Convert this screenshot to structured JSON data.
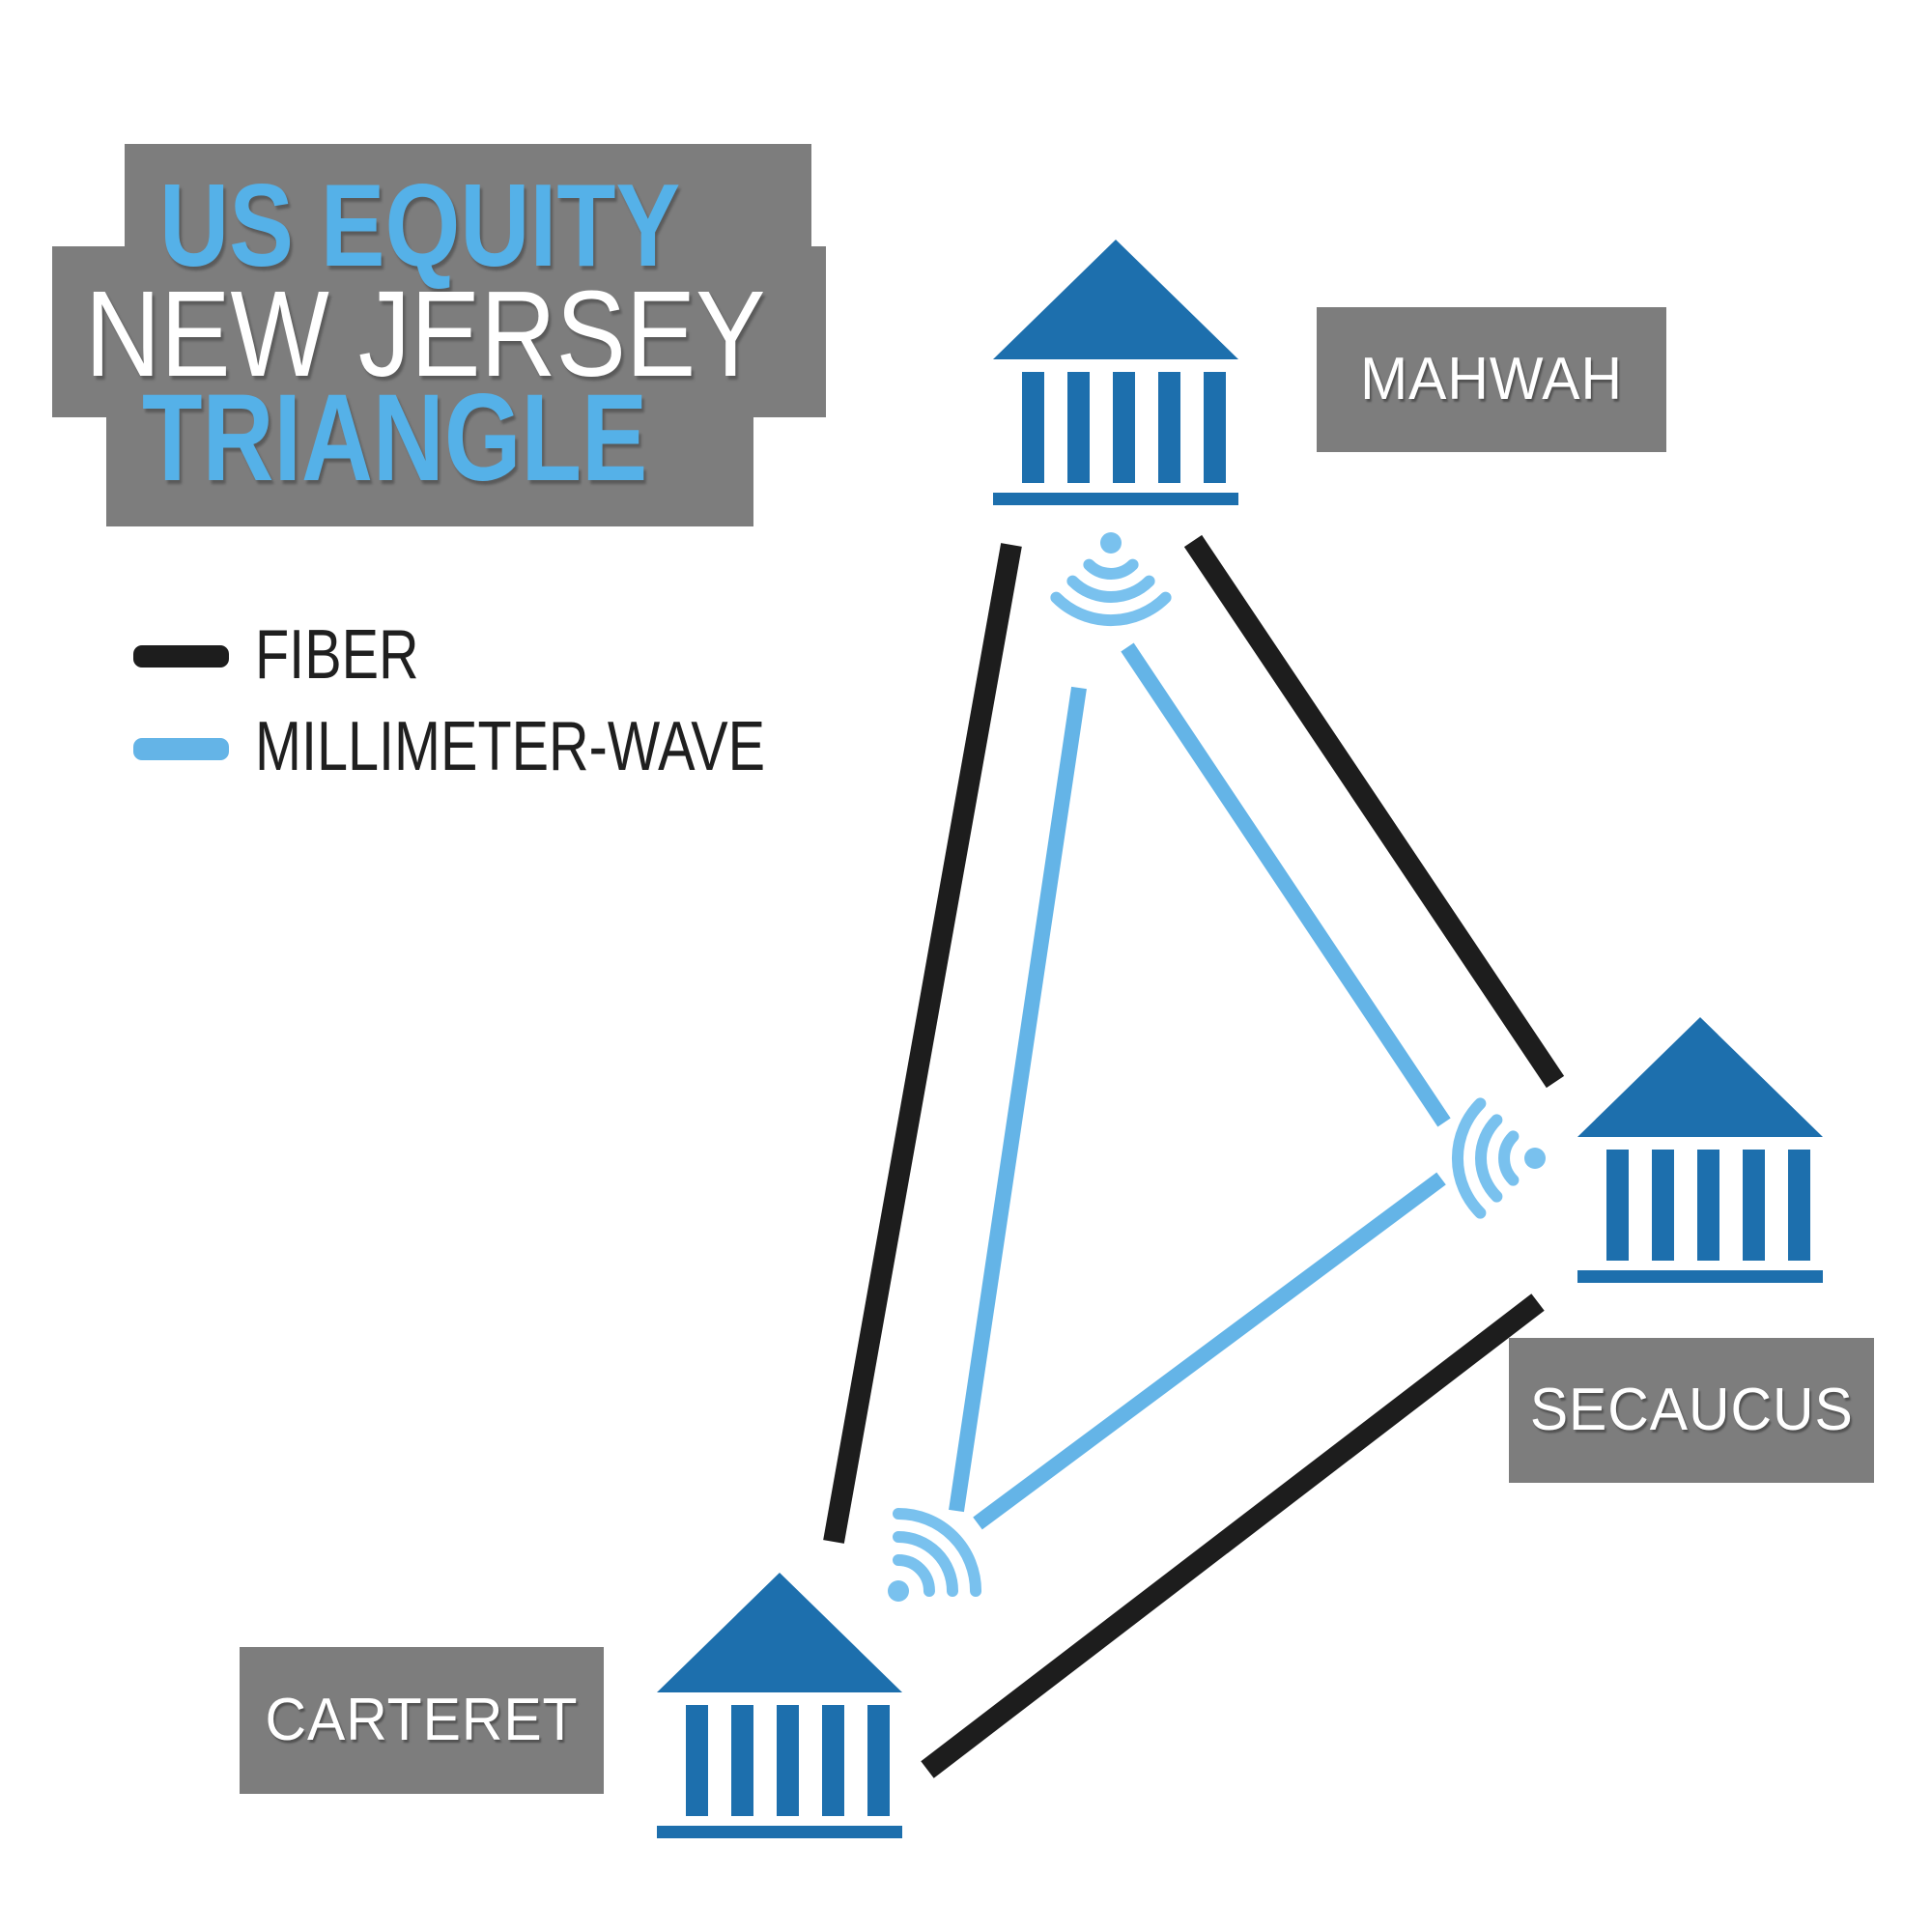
{
  "title": {
    "line1": "US EQUITY",
    "line2": "NEW JERSEY",
    "line3": "TRIANGLE"
  },
  "legend": {
    "items": [
      {
        "id": "fiber",
        "label": "FIBER",
        "color": "#1d1d1d"
      },
      {
        "id": "millimeter-wave",
        "label": "MILLIMETER-WAVE",
        "color": "#64b4e7"
      }
    ]
  },
  "nodes": [
    {
      "id": "mahwah",
      "label": "MAHWAH",
      "icon": "bank-building-icon"
    },
    {
      "id": "secaucus",
      "label": "SECAUCUS",
      "icon": "bank-building-icon"
    },
    {
      "id": "carteret",
      "label": "CARTERET",
      "icon": "bank-building-icon"
    }
  ],
  "edges": [
    {
      "from": "MAHWAH",
      "to": "CARTERET",
      "type": "FIBER"
    },
    {
      "from": "MAHWAH",
      "to": "SECAUCUS",
      "type": "FIBER"
    },
    {
      "from": "CARTERET",
      "to": "SECAUCUS",
      "type": "FIBER"
    },
    {
      "from": "MAHWAH",
      "to": "CARTERET",
      "type": "MILLIMETER-WAVE"
    },
    {
      "from": "MAHWAH",
      "to": "SECAUCUS",
      "type": "MILLIMETER-WAVE"
    },
    {
      "from": "CARTERET",
      "to": "SECAUCUS",
      "type": "MILLIMETER-WAVE"
    }
  ],
  "colors": {
    "background": "#ffffff",
    "panel_gray": "#7d7d7d",
    "title_blue": "#55b1e8",
    "building_blue": "#1d6fad",
    "fiber_black": "#1d1d1d",
    "mmwave_blue": "#64b4e7",
    "wifi_blue": "#79c1ee",
    "label_text": "#ffffff",
    "legend_text": "#1f1f1f"
  },
  "icons": {
    "building": "bank-building-icon",
    "signal": "wireless-signal-icon"
  }
}
